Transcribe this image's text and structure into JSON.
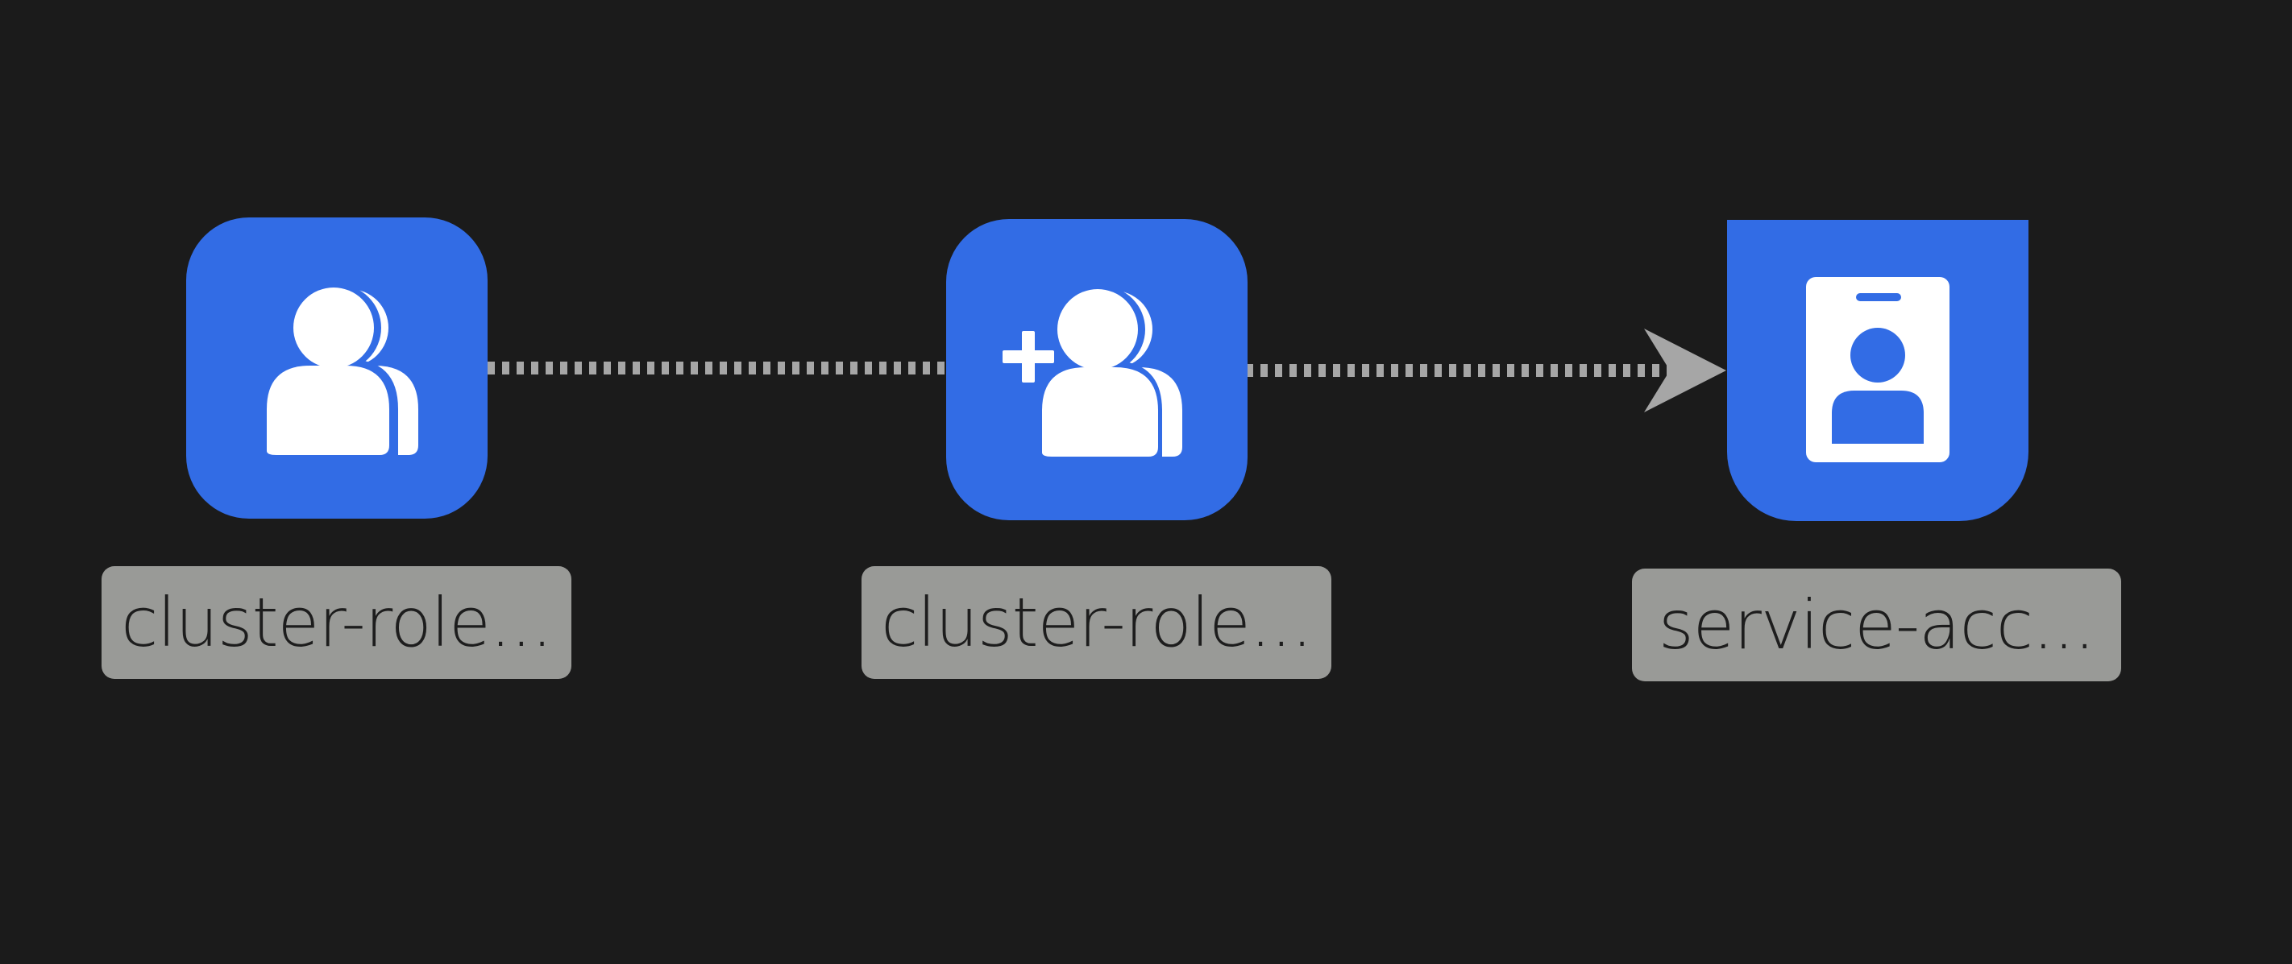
{
  "diagram": {
    "nodes": [
      {
        "id": "node-1",
        "kind": "cluster-role",
        "icon": "user-group-icon",
        "label": "cluster-role..."
      },
      {
        "id": "node-2",
        "kind": "cluster-role-binding",
        "icon": "user-add-icon",
        "label": "cluster-role..."
      },
      {
        "id": "node-3",
        "kind": "service-account",
        "icon": "id-badge-icon",
        "label": "service-acc..."
      }
    ],
    "edges": [
      {
        "from": "node-1",
        "to": "node-2",
        "style": "dotted",
        "arrow": false
      },
      {
        "from": "node-2",
        "to": "node-3",
        "style": "dotted",
        "arrow": true
      }
    ]
  },
  "colors": {
    "background": "#1b1b1b",
    "node_fill": "#326ce5",
    "label_fill": "#999a97",
    "label_text": "#1d1d1d",
    "edge": "#a6a6a6"
  }
}
